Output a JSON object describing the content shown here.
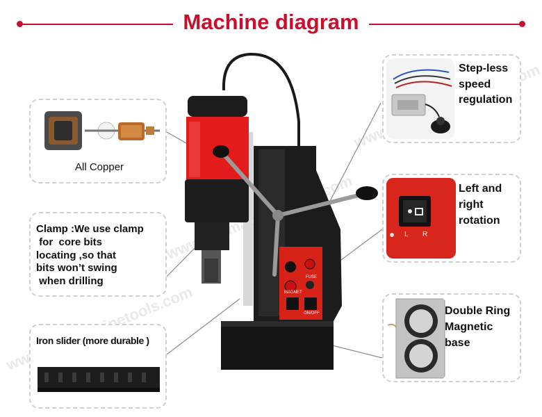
{
  "title": "Machine diagram",
  "callouts": {
    "copper": "All Copper",
    "clamp_lines": [
      "Clamp :We use clamp",
      " for  core bits",
      "locating ,so that",
      "bits won’t swing",
      " when drilling"
    ],
    "slider": "Iron slider (more durable )",
    "speed_lines": [
      "Step-less",
      "speed",
      "regulation"
    ],
    "rotation_lines": [
      "Left and",
      "right",
      "rotation"
    ],
    "magnet_lines": [
      "Double Ring",
      "Magnetic",
      "base"
    ]
  },
  "panel": {
    "magnet": "MAGNET",
    "fuse": "FUSE",
    "on_off": "ON/OFF",
    "switch_l": "L",
    "switch_r": "R"
  },
  "watermark": "www.acemachinetools.com",
  "colors": {
    "brand_red": "#c8102e",
    "machine_red": "#e31b1b",
    "body_black": "#1a1a1a"
  }
}
